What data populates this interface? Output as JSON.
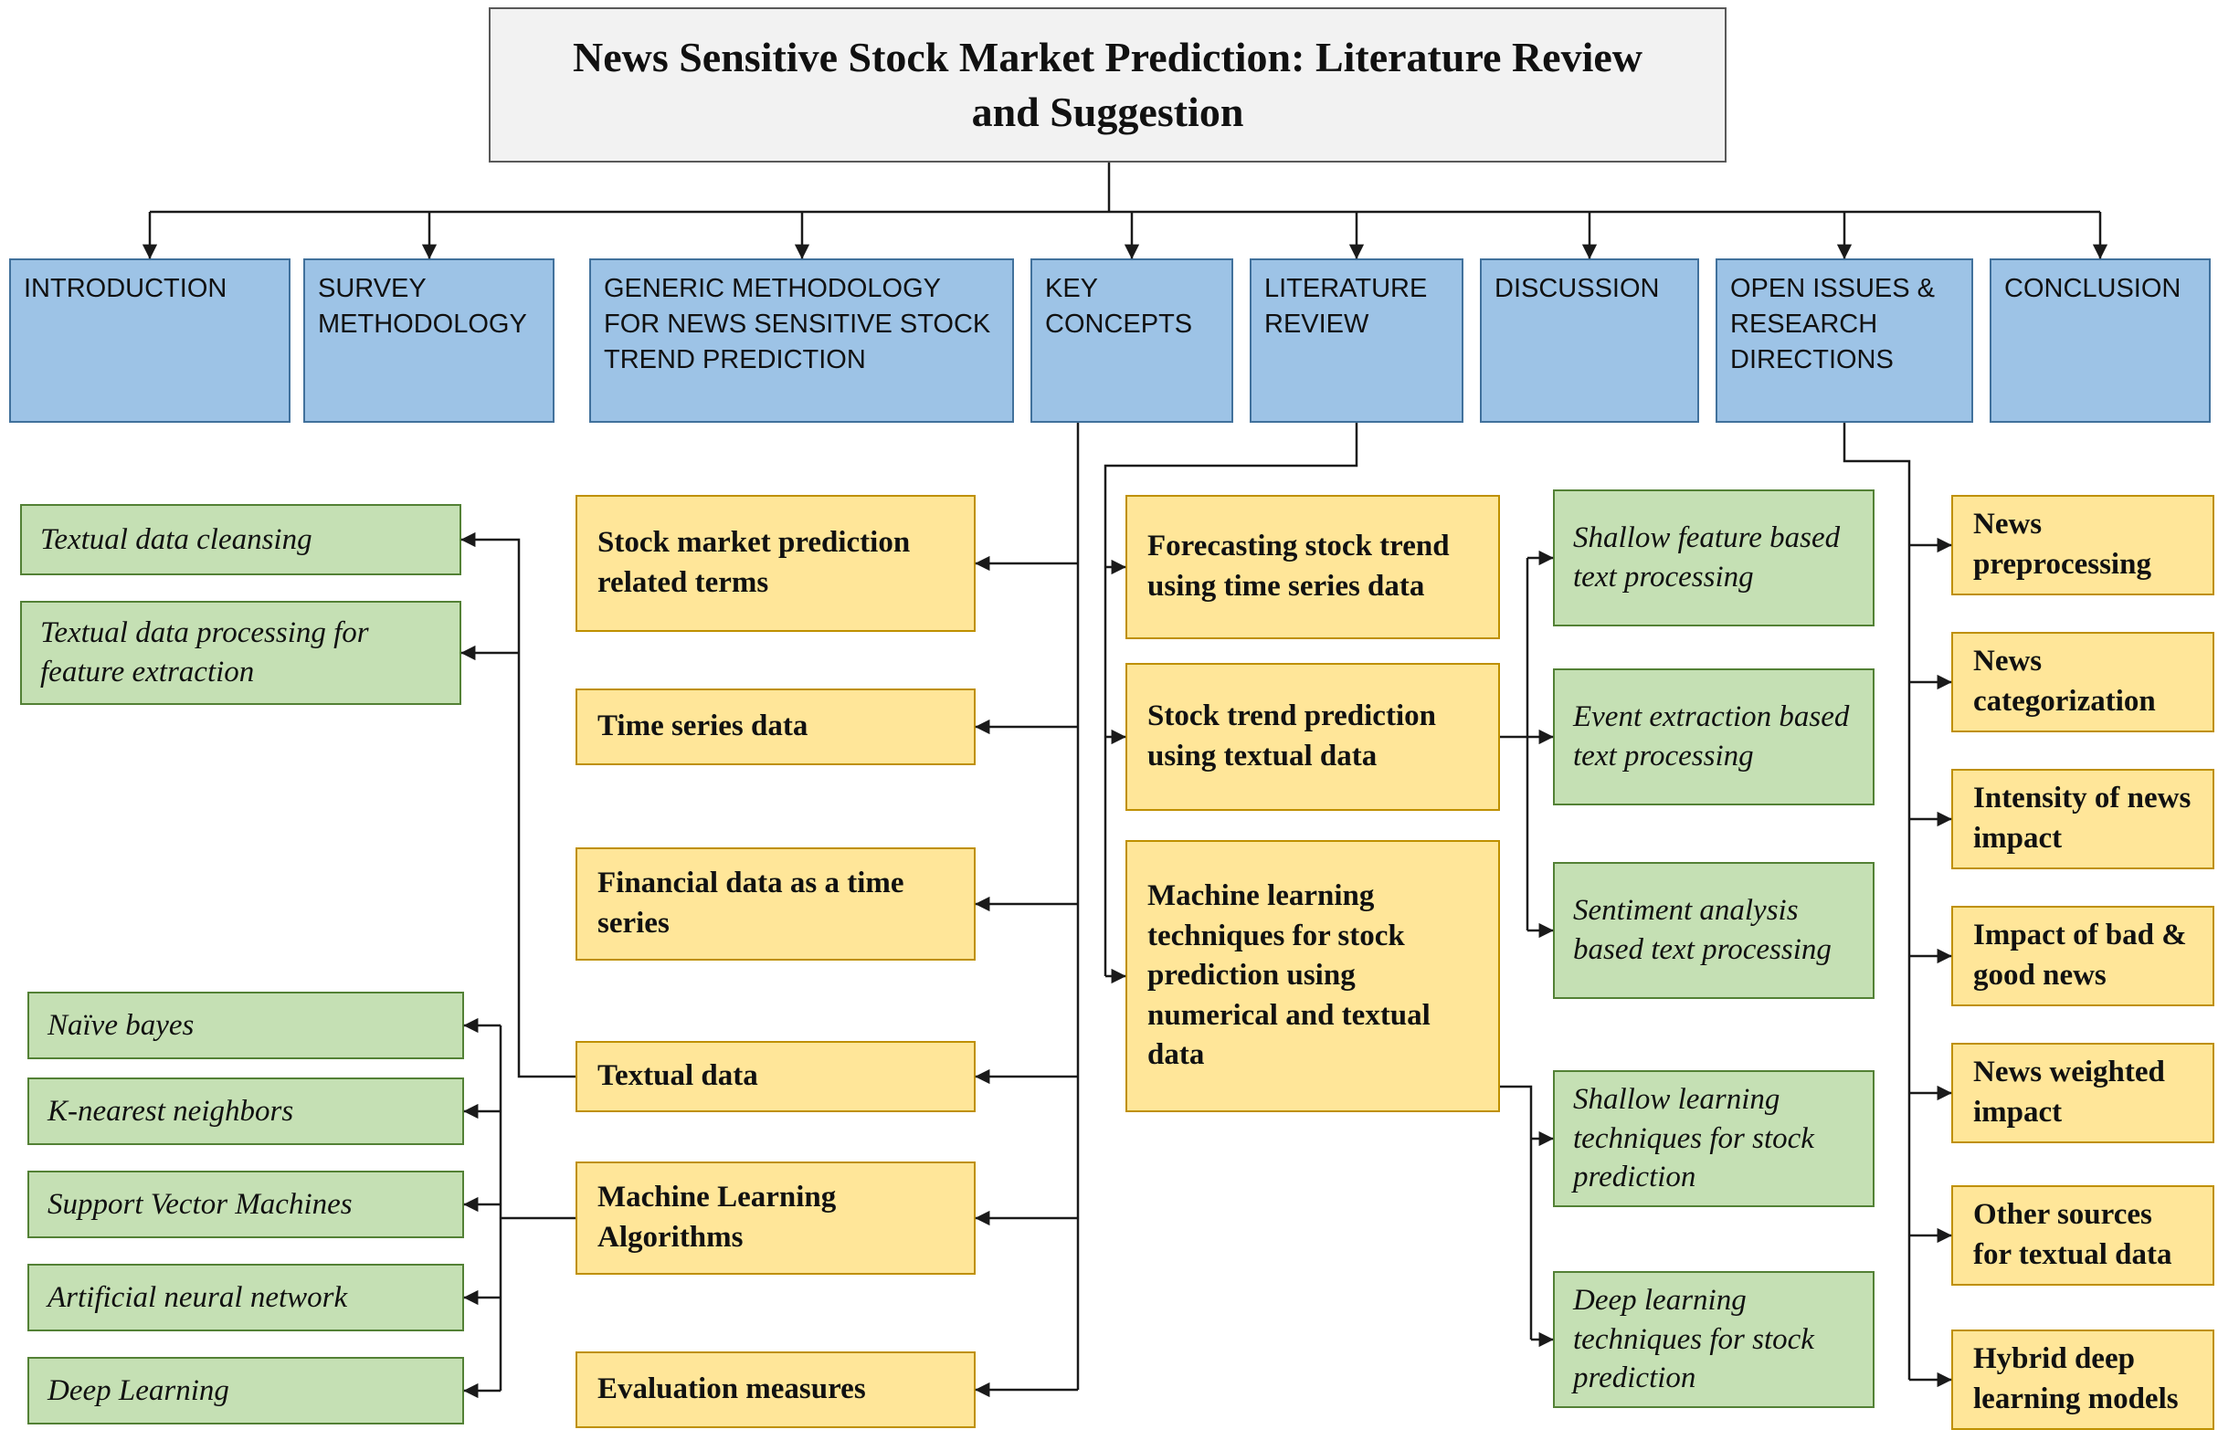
{
  "title": "News Sensitive Stock Market Prediction: Literature Review and Suggestion",
  "sections": [
    "INTRODUCTION",
    "SURVEY METHODOLOGY",
    "GENERIC METHODOLOGY FOR NEWS SENSITIVE STOCK TREND PREDICTION",
    "KEY CONCEPTS",
    "LITERATURE REVIEW",
    "DISCUSSION",
    "OPEN ISSUES & RESEARCH DIRECTIONS",
    "CONCLUSION"
  ],
  "key_concepts": {
    "topics": [
      "Stock market prediction related terms",
      "Time series data",
      "Financial data as a time series",
      "Textual data",
      "Machine Learning Algorithms",
      "Evaluation measures"
    ],
    "textual_data_subtopics": [
      "Textual data cleansing",
      "Textual data processing for feature extraction"
    ],
    "ml_algorithm_subtopics": [
      "Naïve bayes",
      "K-nearest neighbors",
      "Support Vector Machines",
      "Artificial neural network",
      "Deep Learning"
    ]
  },
  "literature_review": {
    "topics": [
      "Forecasting stock trend using time series data",
      "Stock trend prediction using textual data",
      "Machine learning techniques for stock prediction using numerical and textual data"
    ],
    "text_processing_subtopics": [
      "Shallow feature based text processing",
      "Event extraction based text processing",
      "Sentiment analysis based text processing"
    ],
    "learning_technique_subtopics": [
      "Shallow learning techniques for stock prediction",
      "Deep learning techniques for stock prediction"
    ]
  },
  "open_issues": {
    "topics": [
      "News preprocessing",
      "News categorization",
      "Intensity of news impact",
      "Impact of bad & good news",
      "News weighted impact",
      "Other sources for textual data",
      "Hybrid deep learning models"
    ]
  },
  "colors": {
    "section_fill": "#9DC3E6",
    "section_border": "#41719C",
    "topic_fill": "#FFE699",
    "topic_border": "#BF9000",
    "subtopic_fill": "#C5E0B4",
    "subtopic_border": "#538135",
    "title_fill": "#F2F2F2",
    "title_border": "#595959",
    "connector": "#1A1A1A"
  }
}
